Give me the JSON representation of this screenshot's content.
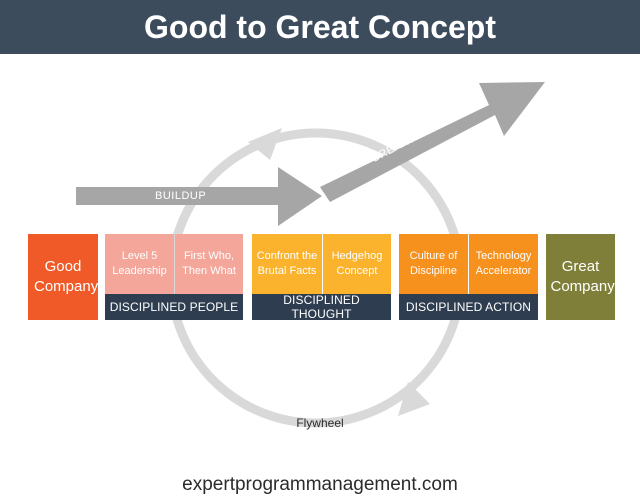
{
  "title": "Good to Great Concept",
  "colors": {
    "title_bg": "#3d4c5d",
    "good_company": "#f05a28",
    "people": "#f4a69a",
    "thought": "#fbb22c",
    "action": "#f7911e",
    "great_company": "#7f7f3a",
    "base": "#2e3e50",
    "arrow": "#a6a6a6",
    "flywheel": "#d9d9d9"
  },
  "start": {
    "label": "Good Company"
  },
  "end": {
    "label": "Great Company"
  },
  "stages": [
    {
      "label": "DISCIPLINED PEOPLE",
      "items": [
        "Level 5 Leadership",
        "First Who, Then What"
      ]
    },
    {
      "label": "DISCIPLINED THOUGHT",
      "items": [
        "Confront the Brutal Facts",
        "Hedgehog Concept"
      ]
    },
    {
      "label": "DISCIPLINED ACTION",
      "items": [
        "Culture of Discipline",
        "Technology Accelerator"
      ]
    }
  ],
  "arrows": {
    "buildup": "BUILDUP",
    "breakthrough": "BREAKTHROUGH"
  },
  "flywheel": "Flywheel",
  "footer": "expertprogrammanagement.com"
}
